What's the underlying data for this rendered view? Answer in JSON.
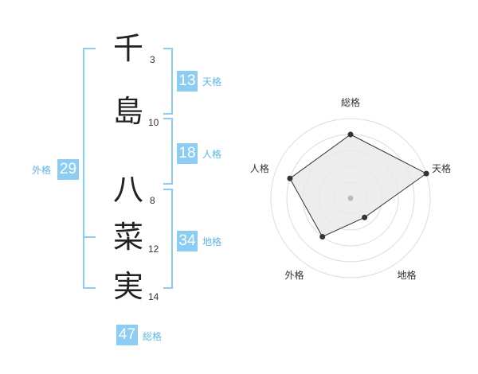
{
  "name": {
    "chars": [
      {
        "char": "千",
        "strokes": "3"
      },
      {
        "char": "島",
        "strokes": "10"
      },
      {
        "char": "八",
        "strokes": "8"
      },
      {
        "char": "菜",
        "strokes": "12"
      },
      {
        "char": "実",
        "strokes": "14"
      }
    ]
  },
  "kaku": {
    "tenkaku": {
      "value": "13",
      "label": "天格"
    },
    "jinkaku": {
      "value": "18",
      "label": "人格"
    },
    "chikaku": {
      "value": "34",
      "label": "地格"
    },
    "gaikaku": {
      "value": "29",
      "label": "外格"
    },
    "soukaku": {
      "value": "47",
      "label": "総格"
    }
  },
  "chart_data": {
    "type": "radar",
    "axes": [
      "総格",
      "天格",
      "地格",
      "外格",
      "人格"
    ],
    "values": [
      4,
      5,
      1.5,
      3,
      4
    ],
    "max": 5,
    "ring_count": 5,
    "colors": {
      "fill": "#e8e8e8",
      "stroke": "#333333",
      "ring": "#dddddd",
      "dot": "#333333",
      "center": "#bbbbbb"
    }
  },
  "colors": {
    "accent": "#8ccdf3",
    "label": "#5cb6ea"
  }
}
